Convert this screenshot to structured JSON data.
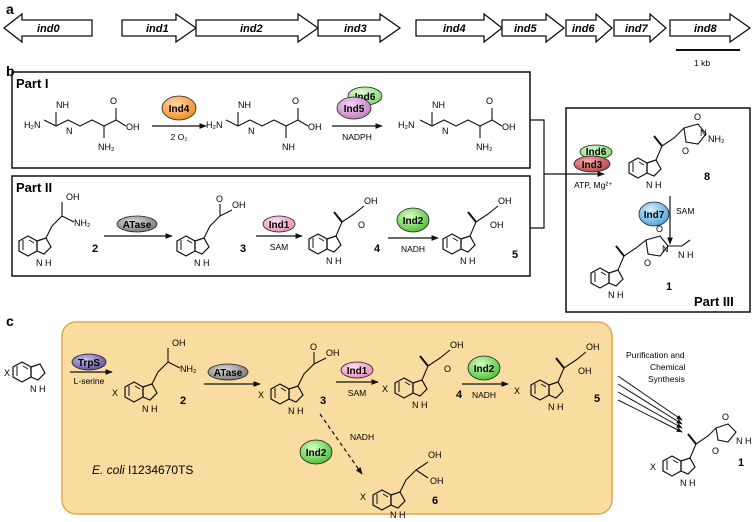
{
  "panels": {
    "a": "a",
    "b": "b",
    "c": "c"
  },
  "genes": [
    "ind0",
    "ind1",
    "ind2",
    "ind3",
    "ind4",
    "ind5",
    "ind6",
    "ind7",
    "ind8"
  ],
  "scale_bar": "1 kb",
  "parts": {
    "one": "Part I",
    "two": "Part II",
    "three": "Part III"
  },
  "enzymes": {
    "ind4": "Ind4",
    "ind5": "Ind5",
    "ind6": "Ind6",
    "atase": "ATase",
    "ind1": "Ind1",
    "ind2": "Ind2",
    "ind3": "Ind3",
    "ind7": "Ind7",
    "trps": "TrpS"
  },
  "cofactors": {
    "o2": "2 O₂",
    "nadph": "NADPH",
    "sam": "SAM",
    "nadh": "NADH",
    "atp": "ATP, Mg²⁺",
    "serine": "L-serine"
  },
  "compounds": [
    "1",
    "2",
    "3",
    "4",
    "5",
    "6",
    "8"
  ],
  "strain": "E. coli I1234670TS",
  "purification": [
    "Purification and",
    "Chemical",
    "Synthesis"
  ],
  "colors": {
    "ind4": "#f0902a",
    "ind5": "#cc88cc",
    "ind6": "#9ee08a",
    "atase": "#8c8c8c",
    "ind1": "#f2a6c8",
    "ind2": "#6fd04f",
    "ind3": "#d05a5a",
    "ind7": "#6ab8e0",
    "trps": "#7a6fb0",
    "strain_bg": "#f8dca0",
    "strain_border": "#e0a94a"
  }
}
